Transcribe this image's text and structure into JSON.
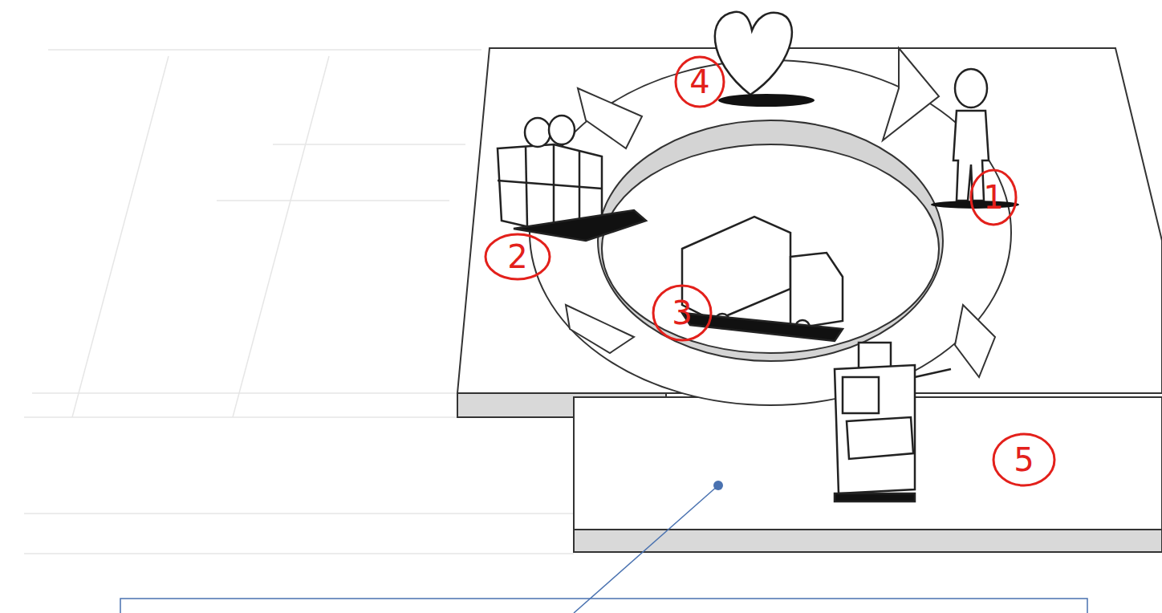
{
  "diagram": {
    "labels": [
      "4",
      "1",
      "2",
      "3",
      "5"
    ]
  }
}
